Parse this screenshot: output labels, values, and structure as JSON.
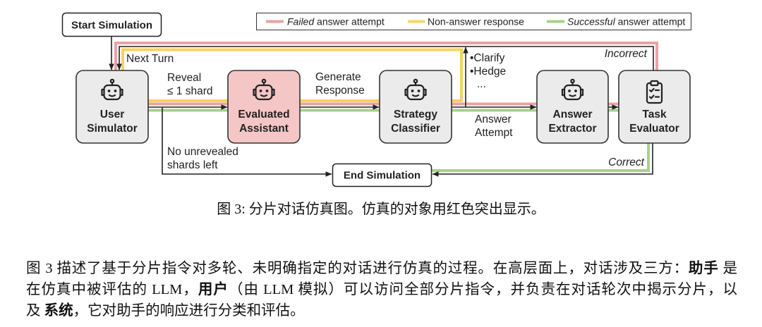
{
  "figure": {
    "start_label": "Start Simulation",
    "end_label": "End Simulation",
    "legend": {
      "failed_emph": "Failed",
      "failed_rest": " answer attempt",
      "non_answer": "Non-answer response",
      "successful_emph": "Successful",
      "successful_rest": " answer attempt"
    },
    "colors": {
      "failed": "#e9a3a3",
      "non_answer": "#f6d35e",
      "successful": "#a9d18e",
      "evaluated_highlight": "#f5c6c6",
      "node_fill": "#ebebeb"
    },
    "nodes": {
      "user_simulator": {
        "line1": "User",
        "line2": "Simulator",
        "icon": "robot-icon"
      },
      "evaluated_assistant": {
        "line1": "Evaluated",
        "line2": "Assistant",
        "icon": "robot-icon"
      },
      "strategy_classifier": {
        "line1": "Strategy",
        "line2": "Classifier",
        "icon": "robot-icon"
      },
      "answer_extractor": {
        "line1": "Answer",
        "line2": "Extractor",
        "icon": "robot-icon"
      },
      "task_evaluator": {
        "line1": "Task",
        "line2": "Evaluator",
        "icon": "clipboard-check-icon"
      }
    },
    "edge_labels": {
      "next_turn": "Next Turn",
      "reveal": [
        "Reveal",
        "≤ 1 shard"
      ],
      "generate": [
        "Generate",
        "Response"
      ],
      "strategies": [
        "•Clarify",
        "•Hedge",
        "..."
      ],
      "answer_attempt": [
        "Answer",
        "Attempt"
      ],
      "no_unrevealed": [
        "No unrevealed",
        "shards left"
      ],
      "incorrect": "Incorrect",
      "correct": "Correct"
    }
  },
  "caption": "图 3: 分片对话仿真图。仿真的对象用红色突出显示。",
  "body": {
    "lines": [
      [
        "图 3 描述了基于分片指令对多轮、未明确指定的对话进行仿真的过程。在高层面上，对话涉及三方：",
        "助手",
        " 是"
      ],
      [
        "在仿真中被评估的 LLM，",
        "用户",
        "（由 LLM 模拟）可以访问全部分片指令，并负责在对话轮次中揭示分片，以"
      ],
      [
        "及 ",
        "系统",
        "，它对助手的响应进行分类和评估。"
      ]
    ]
  }
}
